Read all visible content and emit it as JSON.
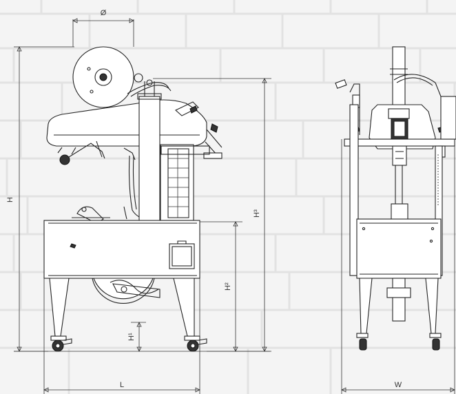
{
  "labels": {
    "diameter": "Ø",
    "height_total": "H",
    "height_3": "H³",
    "height_2": "H²",
    "height_1": "H¹",
    "length": "L",
    "width": "W"
  },
  "colors": {
    "background": "#f4f4f4",
    "line": "#222222",
    "brick_pattern": "#e2e2e2"
  }
}
